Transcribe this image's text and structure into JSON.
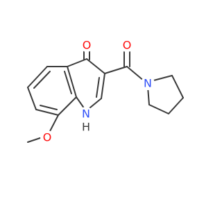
{
  "molecule": {
    "atoms": {
      "o_keto": {
        "symbol": "O",
        "color": "#ff0d0d"
      },
      "o_amide": {
        "symbol": "O",
        "color": "#ff0d0d"
      },
      "n_pyrrolidine": {
        "symbol": "N",
        "color": "#3050f8"
      },
      "n_ring": {
        "symbol": "N",
        "color": "#3050f8"
      },
      "h_ring": {
        "symbol": "H",
        "color": "#3a3a3a"
      },
      "o_methoxy": {
        "symbol": "O",
        "color": "#ff0d0d"
      }
    },
    "bond_color": "#3a3a3a"
  }
}
